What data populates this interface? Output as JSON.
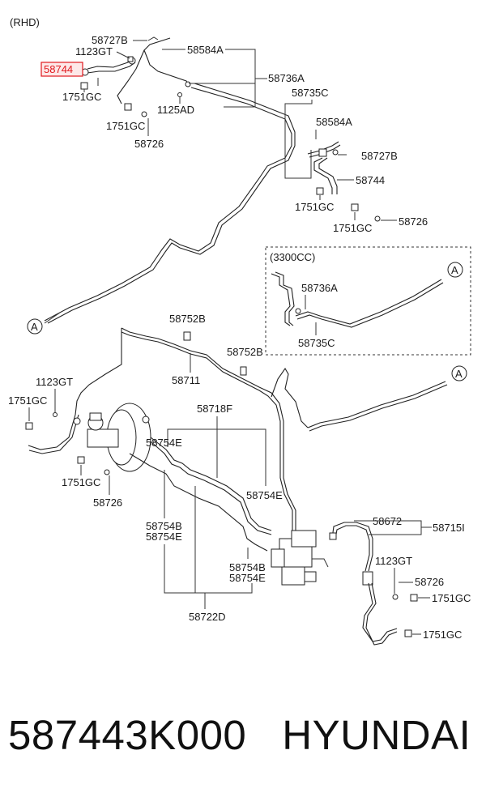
{
  "variant_top": "(RHD)",
  "variant_box": "(3300CC)",
  "connector_mark": "A",
  "highlight_color": "#e0191e",
  "labels": {
    "p58727B_a": "58727B",
    "p1123GT_a": "1123GT",
    "p58584A_a": "58584A",
    "p58744_hl": "58744",
    "p58736A_a": "58736A",
    "p1751GC_a": "1751GC",
    "p1125AD": "1125AD",
    "p58735C_a": "58735C",
    "p1751GC_b": "1751GC",
    "p58726_a": "58726",
    "p58584A_b": "58584A",
    "p58727B_b": "58727B",
    "p58744_b": "58744",
    "p1751GC_c": "1751GC",
    "p58726_b": "58726",
    "p1751GC_d": "1751GC",
    "p58736A_b": "58736A",
    "p58735C_b": "58735C",
    "p58752B_a": "58752B",
    "p58752B_b": "58752B",
    "p58711": "58711",
    "p1123GT_b": "1123GT",
    "p1751GC_e": "1751GC",
    "p58718F": "58718F",
    "p58754E_a": "58754E",
    "p1751GC_f": "1751GC",
    "p58726_c": "58726",
    "p58754E_b": "58754E",
    "p58754B_a": "58754B",
    "p58754E_c": "58754E",
    "p58672": "58672",
    "p58715I": "58715I",
    "p1123GT_c": "1123GT",
    "p58726_d": "58726",
    "p1751GC_g": "1751GC",
    "p58754B_b": "58754B",
    "p58754E_d": "58754E",
    "p1751GC_h": "1751GC",
    "p58722D": "58722D"
  },
  "footer": {
    "part_number": "587443K000",
    "brand": "HYUNDAI"
  }
}
